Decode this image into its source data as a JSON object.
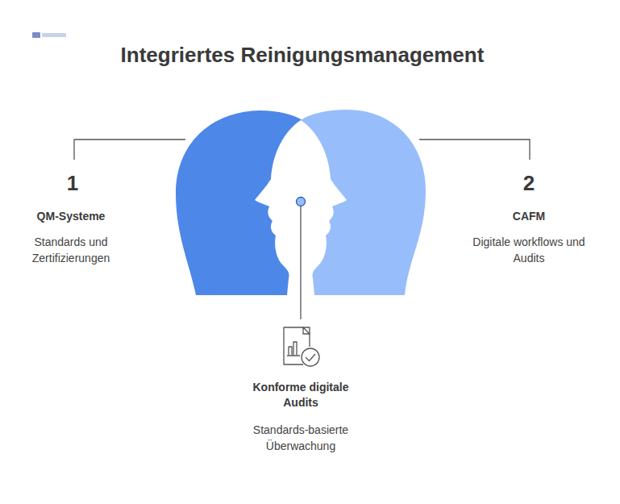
{
  "diagram": {
    "title": "Integriertes Reinigungsmanagement",
    "labels": [
      "1",
      "QM-Systeme",
      "Standards und Zertifizierungen",
      "2",
      "CAFM",
      "Digitale workflows und Audits",
      "Konforme digitale Audits",
      "Standards-basierte Überwachung"
    ]
  }
}
